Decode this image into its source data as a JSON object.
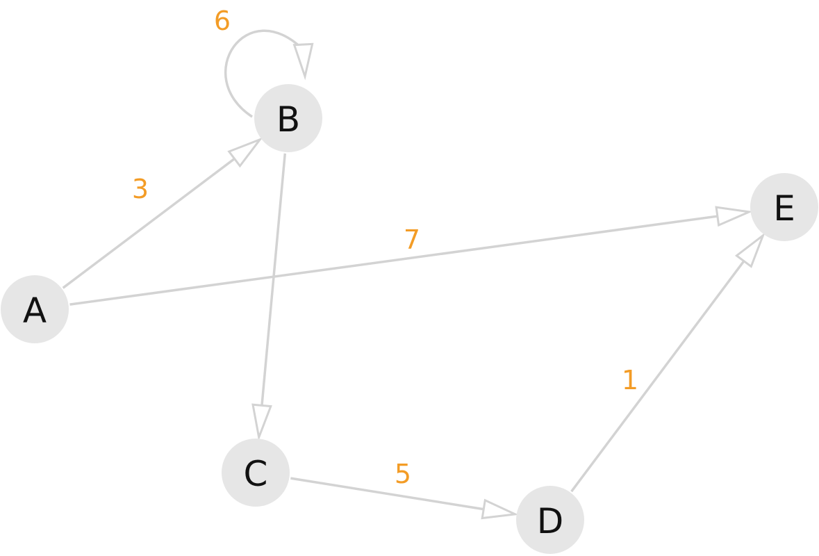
{
  "colors": {
    "node_fill": "#e6e6e6",
    "edge_stroke": "#d3d3d3",
    "weight_text": "#f39c26",
    "node_text": "#111111"
  },
  "nodes": [
    {
      "id": "A",
      "label": "A"
    },
    {
      "id": "B",
      "label": "B"
    },
    {
      "id": "C",
      "label": "C"
    },
    {
      "id": "D",
      "label": "D"
    },
    {
      "id": "E",
      "label": "E"
    }
  ],
  "edges": [
    {
      "from": "A",
      "to": "B",
      "weight": "3"
    },
    {
      "from": "A",
      "to": "E",
      "weight": "7"
    },
    {
      "from": "B",
      "to": "B",
      "weight": "6"
    },
    {
      "from": "B",
      "to": "C",
      "weight": ""
    },
    {
      "from": "C",
      "to": "D",
      "weight": "5"
    },
    {
      "from": "D",
      "to": "E",
      "weight": "1"
    }
  ]
}
